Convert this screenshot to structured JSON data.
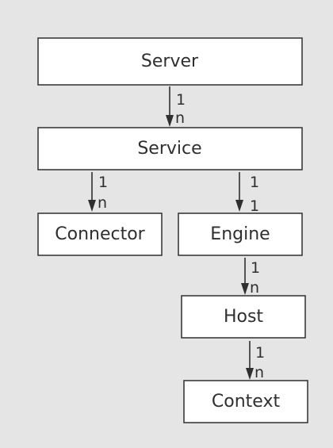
{
  "nodes": {
    "server": "Server",
    "service": "Service",
    "connector": "Connector",
    "engine": "Engine",
    "host": "Host",
    "context": "Context"
  },
  "edges": {
    "server_service": {
      "from": "1",
      "to": "n"
    },
    "service_connector": {
      "from": "1",
      "to": "n"
    },
    "service_engine": {
      "from": "1",
      "to": "1"
    },
    "engine_host": {
      "from": "1",
      "to": "n"
    },
    "host_context": {
      "from": "1",
      "to": "n"
    }
  }
}
